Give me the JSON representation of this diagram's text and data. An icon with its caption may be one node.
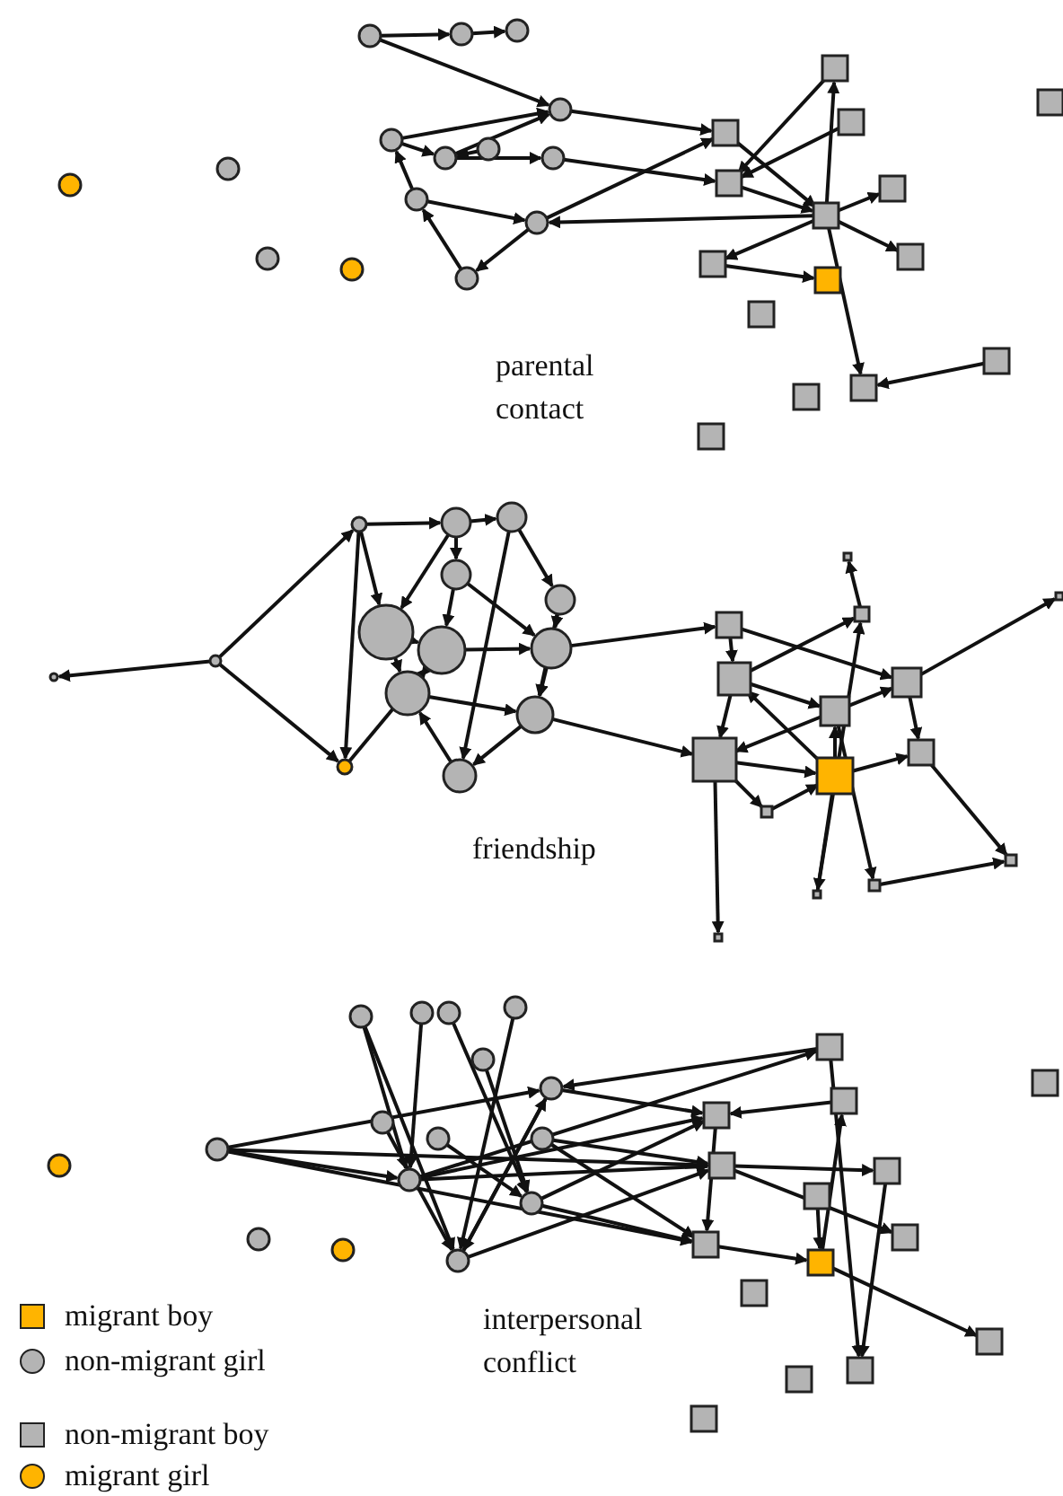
{
  "diagram": {
    "labels": [
      "parental contact",
      "friendship",
      "interpersonal conflict"
    ],
    "legend": [
      {
        "text": "migrant boy",
        "color": "#ffb400"
      },
      {
        "text": "non-migrant girl",
        "color": "#b4b4b4"
      },
      {
        "text": "non-migrant boy",
        "color": "#b4b4b4"
      },
      {
        "text": "migrant girl",
        "color": "#ffb400"
      }
    ]
  }
}
